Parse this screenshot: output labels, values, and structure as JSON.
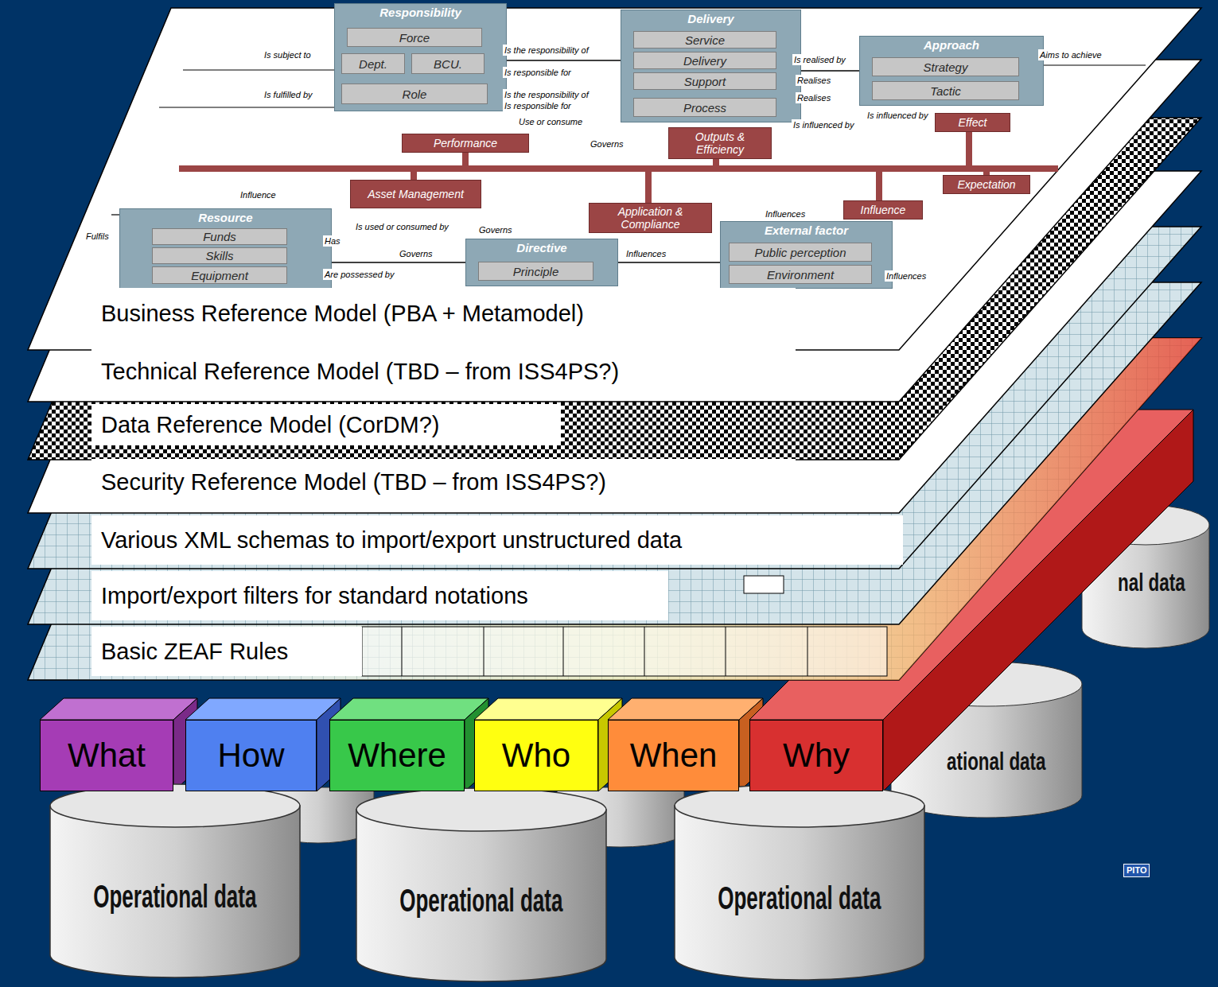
{
  "diagram": {
    "nodes": [
      {
        "text": [
          "Responsibility"
        ]
      },
      {
        "text": [
          "Force"
        ],
        "in": 0
      },
      {
        "text": [
          "Dept."
        ],
        "in": 0
      },
      {
        "text": [
          "BCU."
        ],
        "in": 0
      },
      {
        "text": [
          "Role"
        ],
        "in": 0
      },
      {
        "text": [
          "Delivery"
        ]
      },
      {
        "text": [
          "Service"
        ],
        "in": 5
      },
      {
        "text": [
          "Delivery"
        ],
        "in": 5
      },
      {
        "text": [
          "Support"
        ],
        "in": 5
      },
      {
        "text": [
          "Process"
        ],
        "in": 5
      },
      {
        "text": [
          "Approach"
        ]
      },
      {
        "text": [
          "Strategy"
        ],
        "in": 10
      },
      {
        "text": [
          "Tactic"
        ],
        "in": 10
      },
      {
        "text": [
          "Performance"
        ]
      },
      {
        "text": [
          "Outputs & Efficiency"
        ]
      },
      {
        "text": [
          "Effect"
        ]
      },
      {
        "text": [
          "Asset Management"
        ]
      },
      {
        "text": [
          "Application & Compliance"
        ]
      },
      {
        "text": [
          "Influence"
        ]
      },
      {
        "text": [
          "Expectation"
        ]
      },
      {
        "text": [
          "Resource"
        ]
      },
      {
        "text": [
          "Funds"
        ],
        "in": 20
      },
      {
        "text": [
          "Skills"
        ],
        "in": 20
      },
      {
        "text": [
          "Equipment"
        ],
        "in": 20
      },
      {
        "text": [
          "Directive"
        ]
      },
      {
        "text": [
          "Principle"
        ],
        "in": 24
      },
      {
        "text": [
          "External factor"
        ]
      },
      {
        "text": [
          "Public perception"
        ],
        "in": 26
      },
      {
        "text": [
          "Environment"
        ],
        "in": 26
      },
      {
        "text": [
          "Business Reference Model (PBA + Metamodel)"
        ]
      },
      {
        "text": [
          "Technical Reference Model (TBD – from ISS4PS?)"
        ]
      },
      {
        "text": [
          "Data Reference Model (CorDM?)"
        ]
      },
      {
        "text": [
          "Security Reference Model (TBD – from ISS4PS?)"
        ]
      },
      {
        "text": [
          "Various XML schemas to import/export unstructured data"
        ]
      },
      {
        "text": [
          "Import/export filters for standard notations"
        ]
      },
      {
        "text": [
          "Basic ZEAF Rules"
        ]
      },
      {
        "text": [
          "What"
        ]
      },
      {
        "text": [
          "How"
        ]
      },
      {
        "text": [
          "Where"
        ]
      },
      {
        "text": [
          "Who"
        ]
      },
      {
        "text": [
          "When"
        ]
      },
      {
        "text": [
          "Why"
        ]
      },
      {
        "text": [
          "Operational data"
        ]
      },
      {
        "text": [
          "Operational data"
        ]
      },
      {
        "text": [
          "Operational data"
        ]
      }
    ],
    "edges": [
      {
        "from": 0,
        "to": 5,
        "arrow": "none"
      },
      {
        "from": 5,
        "to": 10,
        "arrow": "none"
      },
      {
        "from": 20,
        "to": 24,
        "arrow": "none"
      },
      {
        "from": 24,
        "to": 26,
        "arrow": "none"
      }
    ],
    "labels": [
      "Is subject to",
      "Is the responsibility of",
      "Is responsible for",
      "Is realised by",
      "Realises",
      "Aims to achieve",
      "Is fulfilled by",
      "Is the responsibility of",
      "Is responsible for",
      "Realises",
      "Is influenced by",
      "Use or consume",
      "Is influenced by",
      "Governs",
      "Influence",
      "Is used or consumed by",
      "Fulfils",
      "Has",
      "Are possessed by",
      "Governs",
      "Governs",
      "Influences",
      "Influences",
      "Influences",
      "nal data",
      "ational data",
      "PITO"
    ]
  }
}
